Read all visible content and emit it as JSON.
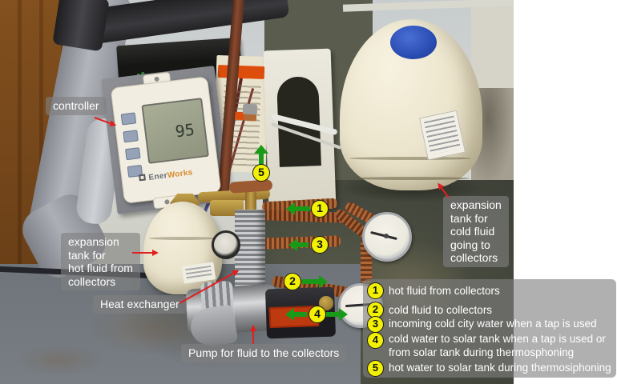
{
  "controller": {
    "display_value": "95",
    "brand_prefix": "Ener",
    "brand_suffix": "Works"
  },
  "annotations": {
    "labels": {
      "controller": "controller",
      "tank_hot": "expansion\ntank for\nhot fluid from\ncollectors",
      "heat_exchanger": "Heat exchanger",
      "pump": "Pump for fluid to the collectors",
      "tank_cold": "expansion\ntank for\ncold fluid\ngoing to\ncollectors"
    },
    "markers": {
      "m1": "1",
      "m2": "2",
      "m3": "3",
      "m4": "4",
      "m5": "5"
    },
    "legend": {
      "items": [
        {
          "num": "1",
          "text": "hot fluid from collectors"
        },
        {
          "num": "2",
          "text": "cold fluid to collectors"
        },
        {
          "num": "3",
          "text": "incoming cold city water when a tap is used"
        },
        {
          "num": "4",
          "text": "cold water to solar tank when a tap is used or\nfrom solar tank during thermosphoning"
        },
        {
          "num": "5",
          "text": "hot water to solar tank during thermosiphoning"
        }
      ]
    },
    "colors": {
      "marker_fill": "#f2f104",
      "marker_border": "#1a1a1a",
      "arrow_green": "#189a18",
      "arrow_red": "#e02020",
      "label_bg": "rgba(128,128,128,0.62)",
      "label_text": "#ffffff"
    }
  }
}
